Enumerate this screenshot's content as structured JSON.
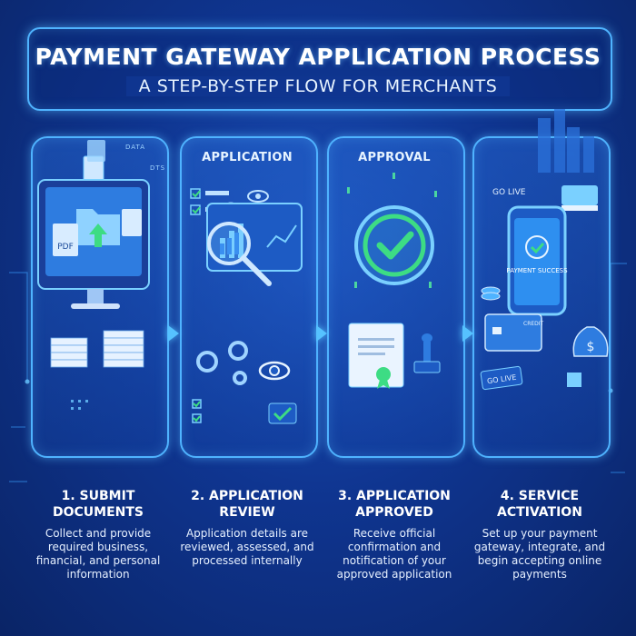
{
  "header": {
    "title": "PAYMENT GATEWAY APPLICATION PROCESS",
    "subtitle": "A STEP-BY-STEP FLOW FOR MERCHANTS"
  },
  "panels": [
    {
      "label": "",
      "doc_labels": [
        "DATA",
        "DTS",
        "PDF"
      ],
      "step_title": "1. SUBMIT DOCUMENTS",
      "description": "Collect and provide required business, financial, and personal information"
    },
    {
      "label": "APPLICATION",
      "step_title": "2. APPLICATION REVIEW",
      "description": "Application details are reviewed, assessed, and processed internally"
    },
    {
      "label": "APPROVAL",
      "step_title": "3. APPLICATION APPROVED",
      "description": "Receive official confirmation and notification of your approved application"
    },
    {
      "label": "",
      "go_live_label": "GO LIVE",
      "phone_text": "PAYMENT SUCCESS",
      "card_text": "CREDIT",
      "step_title": "4. SERVICE ACTIVATION",
      "description": "Set up your payment gateway, integrate, and begin accepting online payments"
    }
  ],
  "colors": {
    "background": "#0f3590",
    "accent": "#4fb3ff",
    "check_green": "#3ddc84"
  }
}
